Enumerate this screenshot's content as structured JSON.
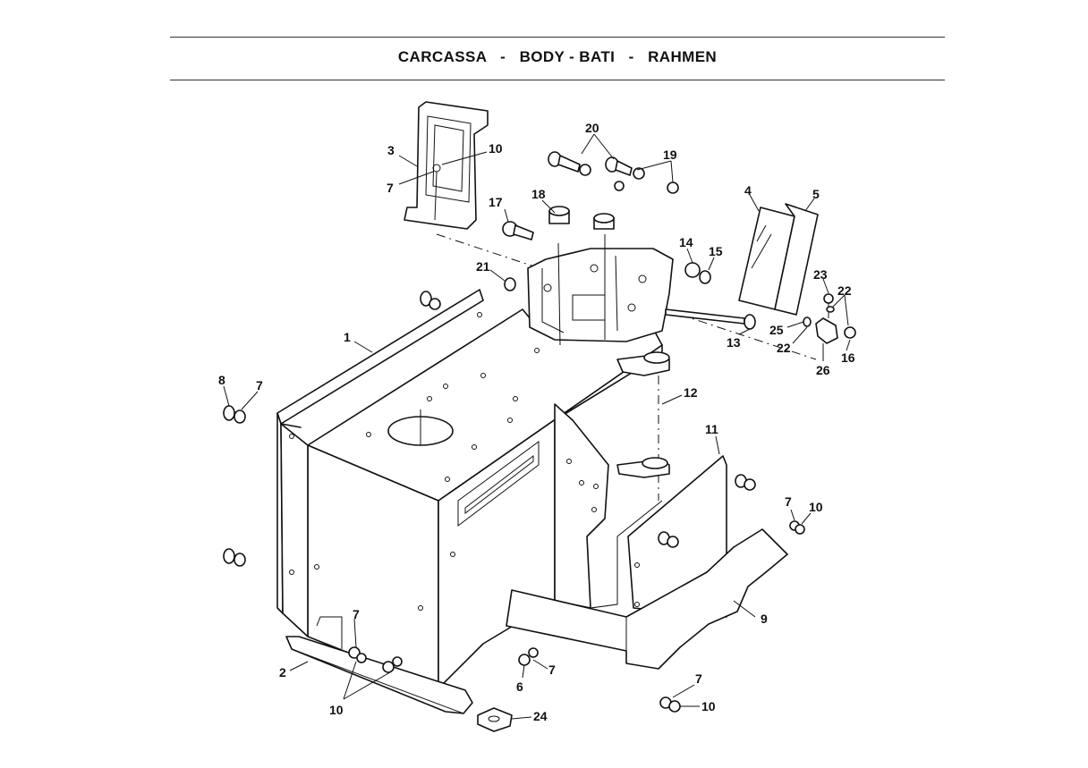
{
  "header": {
    "title": "CARCASSA   -   BODY - BATI   -   RAHMEN"
  },
  "callouts": {
    "c1": "1",
    "c2": "2",
    "c3": "3",
    "c4": "4",
    "c5": "5",
    "c6": "6",
    "c7a": "7",
    "c7b": "7",
    "c7c": "7",
    "c7d": "7",
    "c7e": "7",
    "c7f": "7",
    "c8": "8",
    "c9": "9",
    "c10a": "10",
    "c10b": "10",
    "c10c": "10",
    "c10d": "10",
    "c11": "11",
    "c12": "12",
    "c13": "13",
    "c14": "14",
    "c15": "15",
    "c16": "16",
    "c17": "17",
    "c18": "18",
    "c19": "19",
    "c20": "20",
    "c21": "21",
    "c22a": "22",
    "c22b": "22",
    "c23": "23",
    "c24": "24",
    "c25": "25",
    "c26": "26"
  }
}
